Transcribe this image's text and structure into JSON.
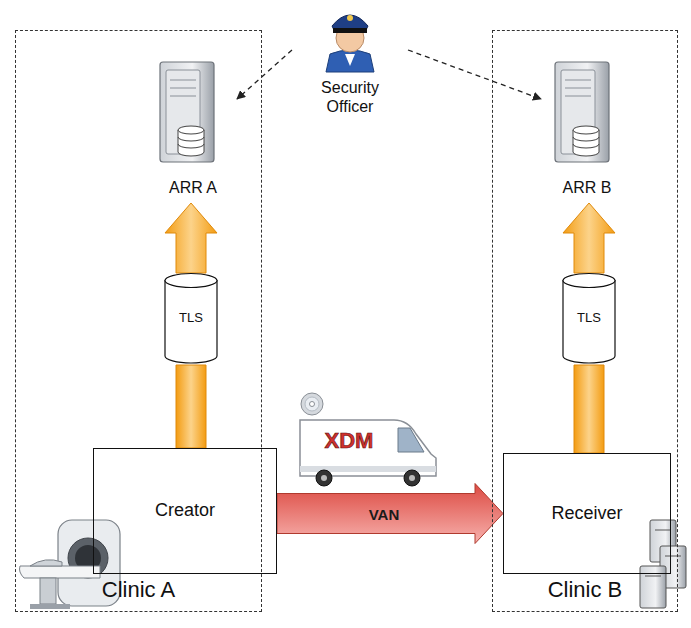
{
  "diagram": {
    "nodes": [
      {
        "text": [
          "Clinic A"
        ]
      },
      {
        "text": [
          "ARR A"
        ],
        "in": 0
      },
      {
        "text": [
          "TLS"
        ],
        "in": 0
      },
      {
        "text": [
          "Creator"
        ],
        "in": 0
      },
      {
        "text": [
          "Security Officer"
        ]
      },
      {
        "text": [
          "Clinic B"
        ]
      },
      {
        "text": [
          "ARR B"
        ],
        "in": 5
      },
      {
        "text": [
          "TLS"
        ],
        "in": 5
      },
      {
        "text": [
          "Receiver"
        ],
        "in": 5
      }
    ],
    "edges": [
      {
        "from": 3,
        "to": 2,
        "arrow": "none"
      },
      {
        "from": 2,
        "to": 1,
        "arrow": "to"
      },
      {
        "from": 4,
        "to": 1,
        "arrow": "to"
      },
      {
        "from": 4,
        "to": 6,
        "arrow": "to"
      },
      {
        "from": 3,
        "to": 8,
        "label": "VAN",
        "arrow": "to"
      },
      {
        "from": 8,
        "to": 7,
        "arrow": "none"
      },
      {
        "from": 7,
        "to": 6,
        "arrow": "to"
      }
    ],
    "labels": [
      "XDM"
    ]
  }
}
